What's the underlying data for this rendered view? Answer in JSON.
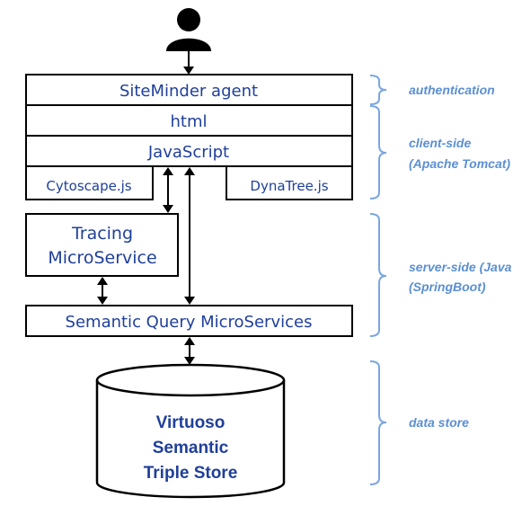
{
  "components": {
    "siteminder": "SiteMinder agent",
    "html": "html",
    "javascript": "JavaScript",
    "cytoscape": "Cytoscape.js",
    "dynatree": "DynaTree.js",
    "tracing_line1": "Tracing",
    "tracing_line2": "MicroService",
    "semantic_query": "Semantic Query MicroServices",
    "datastore_line1": "Virtuoso",
    "datastore_line2": "Semantic",
    "datastore_line3": "Triple Store"
  },
  "layers": {
    "authentication": "authentication",
    "client_line1": "client-side",
    "client_line2": "(Apache Tomcat)",
    "server_line1": "server-side (Java",
    "server_line2": "(SpringBoot)",
    "data_store": "data store"
  },
  "icons": {
    "user": "user-icon"
  },
  "colors": {
    "box_text": "#1f3f9a",
    "layer_text": "#5b8fd3",
    "bracket": "#7aa6e0",
    "stroke": "#000000"
  }
}
